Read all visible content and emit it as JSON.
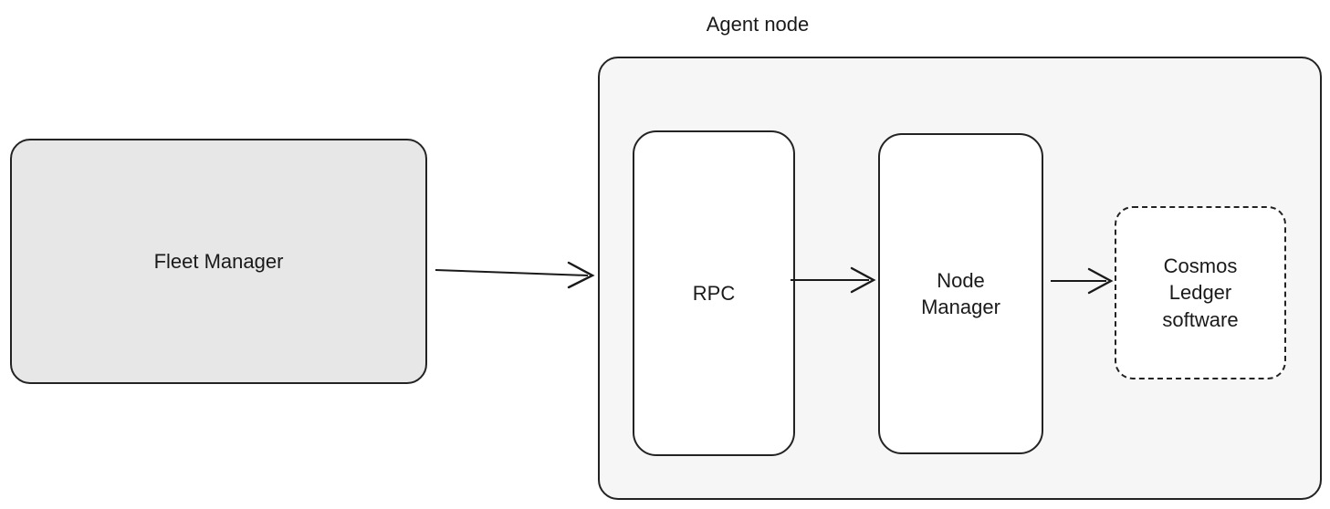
{
  "diagram": {
    "title_label": "Agent node",
    "background_color": "#ffffff",
    "nodes": {
      "fleet_manager": {
        "label": "Fleet Manager",
        "fill": "#e7e7e7",
        "stroke": "#232323",
        "style": "solid"
      },
      "agent_node_group": {
        "label": "Agent node",
        "fill": "#f6f6f6",
        "stroke": "#232323",
        "style": "solid"
      },
      "rpc": {
        "label": "RPC",
        "fill": "#ffffff",
        "stroke": "#232323",
        "style": "solid"
      },
      "node_manager": {
        "label": "Node\nManager",
        "fill": "#ffffff",
        "stroke": "#232323",
        "style": "solid"
      },
      "cosmos_ledger": {
        "label": "Cosmos\nLedger\nsoftware",
        "fill": "#ffffff",
        "stroke": "#232323",
        "style": "dashed"
      }
    },
    "edges": [
      {
        "name": "fleet-manager-to-rpc",
        "from": "fleet_manager",
        "to": "rpc",
        "label": "",
        "arrowhead": "open-chevron"
      },
      {
        "name": "rpc-to-node-manager",
        "from": "rpc",
        "to": "node_manager",
        "label": "",
        "arrowhead": "open-chevron"
      },
      {
        "name": "node-manager-to-cosmos-ledger",
        "from": "node_manager",
        "to": "cosmos_ledger",
        "label": "",
        "arrowhead": "open-chevron"
      }
    ]
  }
}
